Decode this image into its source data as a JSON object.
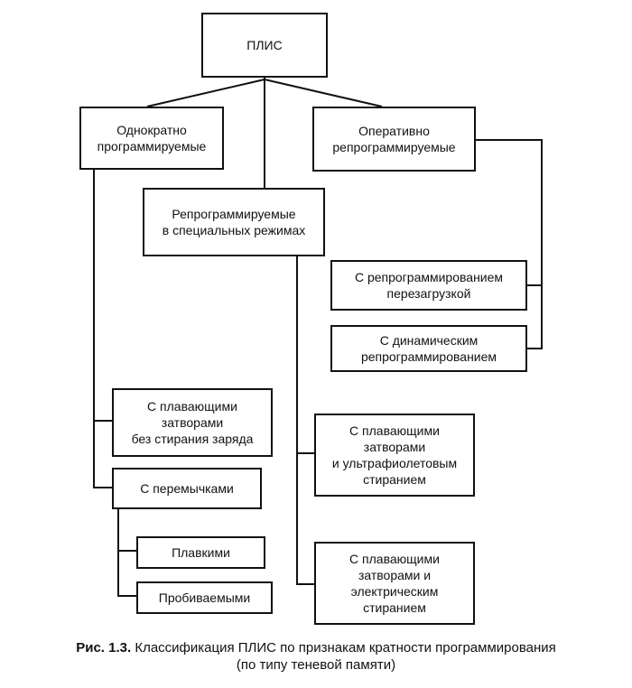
{
  "diagram": {
    "root": "ПЛИС",
    "one_time": "Однократно\nпрограммируемые",
    "special_modes": "Репрограммируемые\nв специальных режимах",
    "operative": "Оперативно\nрепрограммируемые",
    "reload": "С репрограммированием\nперезагрузкой",
    "dynamic": "С динамическим\nрепрограммированием",
    "fg_no_erase": "С плавающими\nзатворами\nбез стирания заряда",
    "jumpers": "С перемычками",
    "fuse": "Плавкими",
    "antifuse": "Пробиваемыми",
    "fg_uv": "С плавающими\nзатворами\nи ультрафиолетовым\nстиранием",
    "fg_electric": "С плавающими\nзатворами и\nэлектрическим\nстиранием"
  },
  "caption": {
    "number": "Рис. 1.3.",
    "text": "Классификация ПЛИС по признакам кратности программирования",
    "line2": "(по типу теневой памяти)"
  }
}
